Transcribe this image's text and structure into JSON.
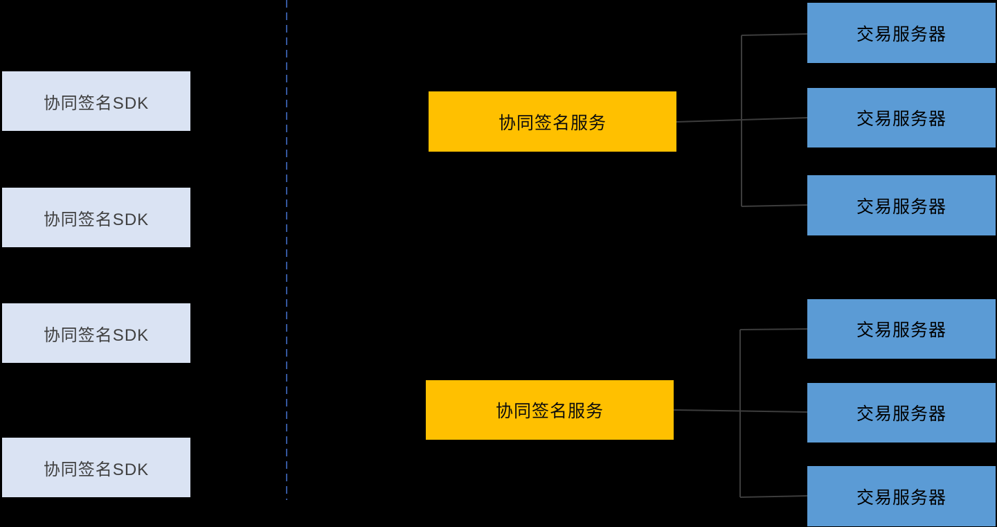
{
  "diagram": {
    "background_color": "#000000",
    "colors": {
      "client_fill": "#DAE3F3",
      "service_fill": "#FFC000",
      "server_fill": "#5B9BD5",
      "connector_line": "#3D3D3D",
      "divider_line": "#35579E"
    },
    "clients": [
      {
        "label": "协同签名SDK"
      },
      {
        "label": "协同签名SDK"
      },
      {
        "label": "协同签名SDK"
      },
      {
        "label": "协同签名SDK"
      }
    ],
    "services": [
      {
        "label": "协同签名服务"
      },
      {
        "label": "协同签名服务"
      }
    ],
    "servers": [
      {
        "label": "交易服务器"
      },
      {
        "label": "交易服务器"
      },
      {
        "label": "交易服务器"
      },
      {
        "label": "交易服务器"
      },
      {
        "label": "交易服务器"
      },
      {
        "label": "交易服务器"
      }
    ]
  }
}
